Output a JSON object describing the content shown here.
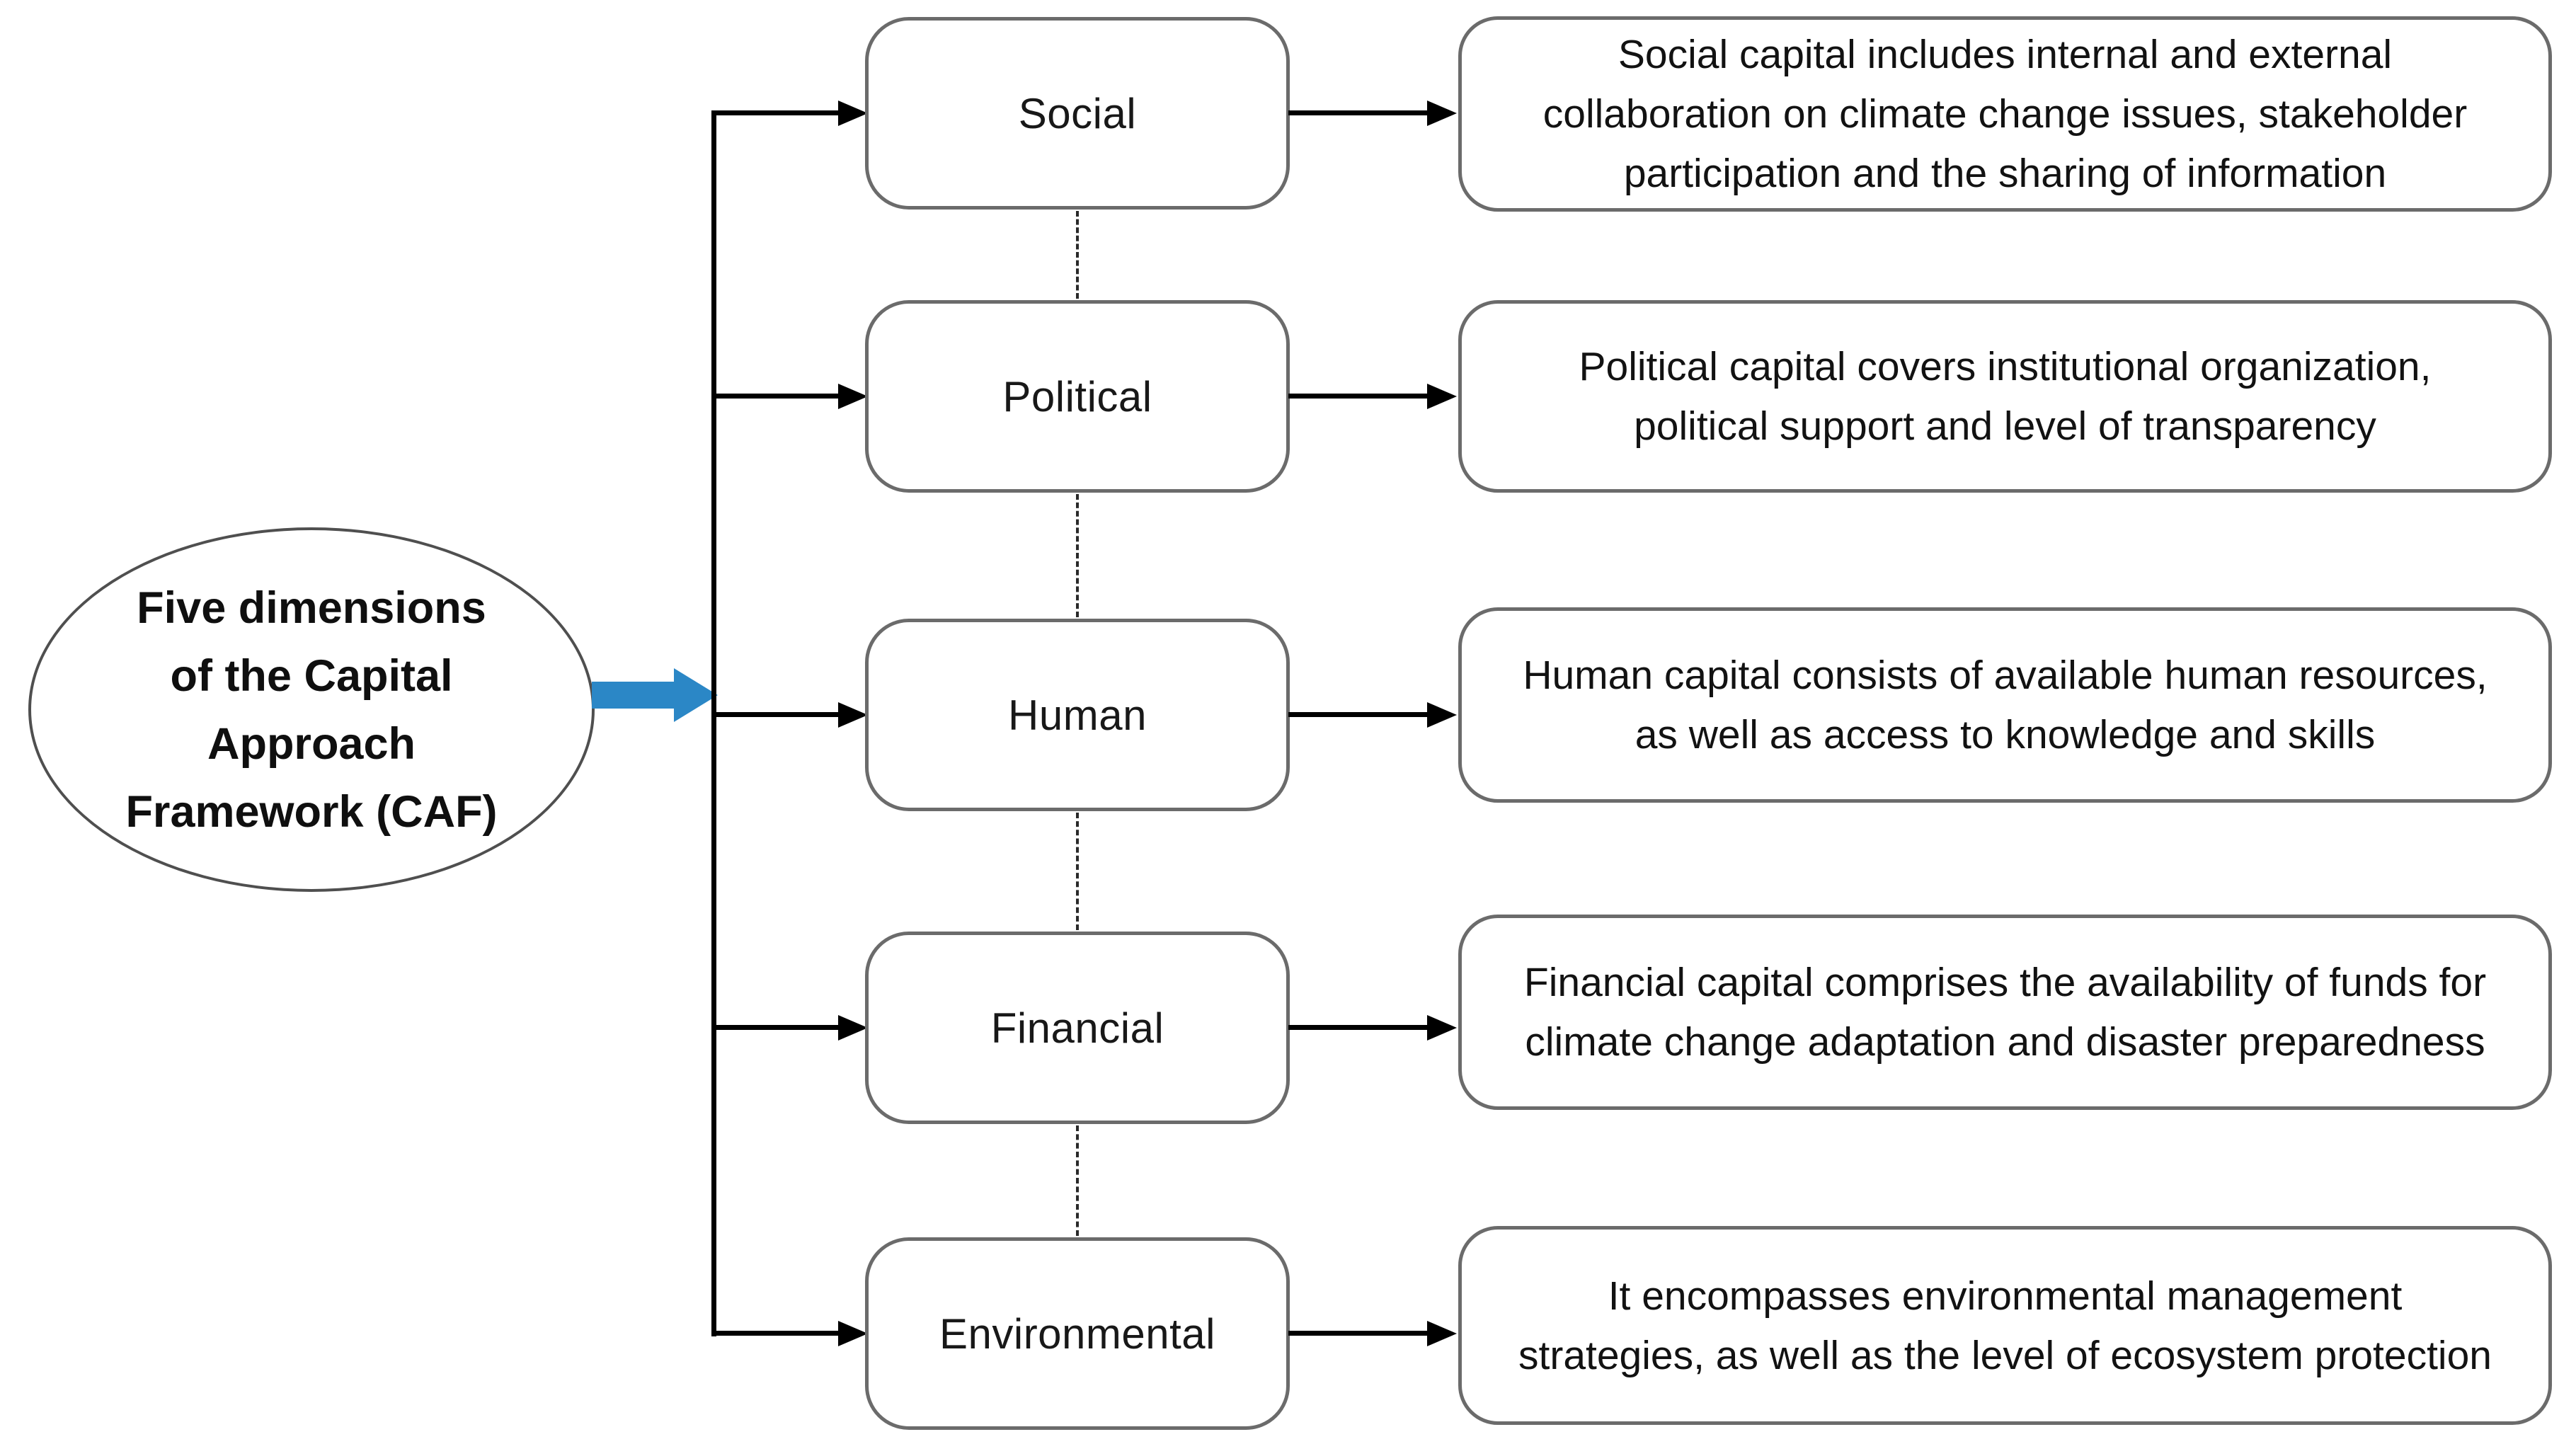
{
  "figure": {
    "type": "flowchart",
    "root": {
      "label": "Five dimensions\nof the Capital\nApproach\nFramework (CAF)"
    },
    "rows": [
      {
        "label": "Social",
        "description": "Social capital includes internal and external collaboration on climate change issues, stakeholder participation and the sharing of information"
      },
      {
        "label": "Political",
        "description": "Political capital covers institutional organization, political support and level of transparency"
      },
      {
        "label": "Human",
        "description": "Human capital consists of available human resources, as well as access to knowledge and skills"
      },
      {
        "label": "Financial",
        "description": "Financial capital comprises the availability of funds for climate change adaptation and disaster preparedness"
      },
      {
        "label": "Environmental",
        "description": "It encompasses environmental management strategies, as well as the level of ecosystem protection"
      }
    ],
    "icons": {
      "root_connector": "thick-blue-right-arrow",
      "branch_connector": "black-right-arrow",
      "sibling_connector": "vertical-dashed-line"
    },
    "colors": {
      "arrow_blue": "#2b87c6",
      "line_black": "#000000",
      "box_border_gray": "#6b6b6b",
      "text": "#141414",
      "background": "#ffffff"
    }
  }
}
